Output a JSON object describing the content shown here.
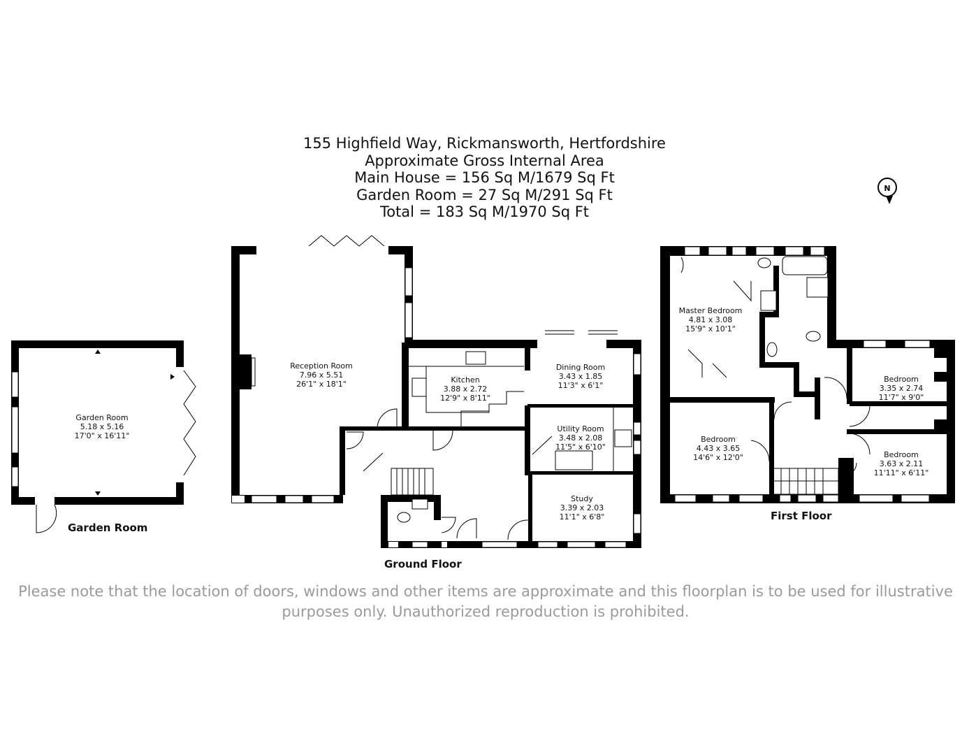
{
  "header": {
    "address": "155 Highfield Way, Rickmansworth, Hertfordshire",
    "area_title": "Approximate Gross Internal Area",
    "main_house": "Main House = 156 Sq M/1679 Sq Ft",
    "garden_room": "Garden Room = 27 Sq M/291 Sq Ft",
    "total": "Total = 183 Sq M/1970 Sq Ft"
  },
  "compass": {
    "label": "N"
  },
  "floors": {
    "garden_room": "Garden Room",
    "ground": "Ground Floor",
    "first": "First Floor"
  },
  "rooms": {
    "garden_room": {
      "name": "Garden Room",
      "metric": "5.18 x 5.16",
      "imperial": "17'0\" x 16'11\""
    },
    "reception": {
      "name": "Reception Room",
      "metric": "7.96 x 5.51",
      "imperial": "26'1\" x 18'1\""
    },
    "kitchen": {
      "name": "Kitchen",
      "metric": "3.88 x 2.72",
      "imperial": "12'9\" x 8'11\""
    },
    "dining": {
      "name": "Dining Room",
      "metric": "3.43 x 1.85",
      "imperial": "11'3\" x 6'1\""
    },
    "utility": {
      "name": "Utility Room",
      "metric": "3.48 x 2.08",
      "imperial": "11'5\" x 6'10\""
    },
    "study": {
      "name": "Study",
      "metric": "3.39 x 2.03",
      "imperial": "11'1\" x 6'8\""
    },
    "master": {
      "name": "Master Bedroom",
      "metric": "4.81 x 3.08",
      "imperial": "15'9\" x 10'1\""
    },
    "bedroom_a": {
      "name": "Bedroom",
      "metric": "4.43 x 3.65",
      "imperial": "14'6\" x 12'0\""
    },
    "bedroom_b": {
      "name": "Bedroom",
      "metric": "3.35 x 2.74",
      "imperial": "11'7\" x 9'0\""
    },
    "bedroom_c": {
      "name": "Bedroom",
      "metric": "3.63 x 2.11",
      "imperial": "11'11\" x 6'11\""
    }
  },
  "disclaimer": {
    "line1": "Please note that the location of doors, windows and other items are approximate and this floorplan is to be used for illustrative",
    "line2": "purposes only. Unauthorized reproduction is prohibited."
  },
  "colors": {
    "wall": "#000000",
    "text": "#111111",
    "note": "#9a9a9a"
  }
}
